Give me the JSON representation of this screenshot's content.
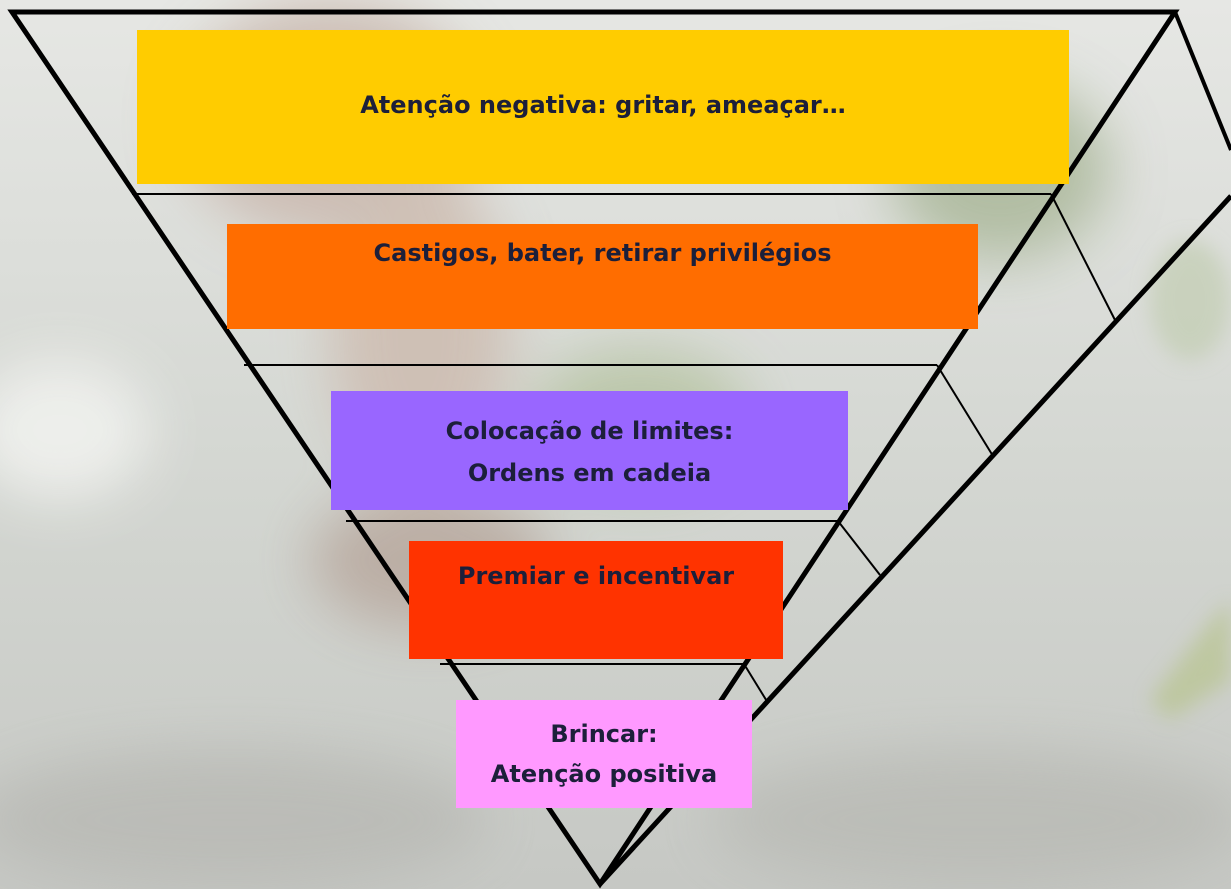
{
  "levels": [
    {
      "lines": [
        "Atenção negativa: gritar, ameaçar…"
      ],
      "color": "#ffcc00"
    },
    {
      "lines": [
        "Castigos, bater, retirar privilégios"
      ],
      "color": "#ff6d00"
    },
    {
      "lines": [
        "Colocação de limites:",
        "Ordens em cadeia"
      ],
      "color": "#9966ff"
    },
    {
      "lines": [
        "Premiar e incentivar"
      ],
      "color": "#ff3300"
    },
    {
      "lines": [
        "Brincar:",
        "Atenção positiva"
      ],
      "color": "#ff99ff"
    }
  ]
}
